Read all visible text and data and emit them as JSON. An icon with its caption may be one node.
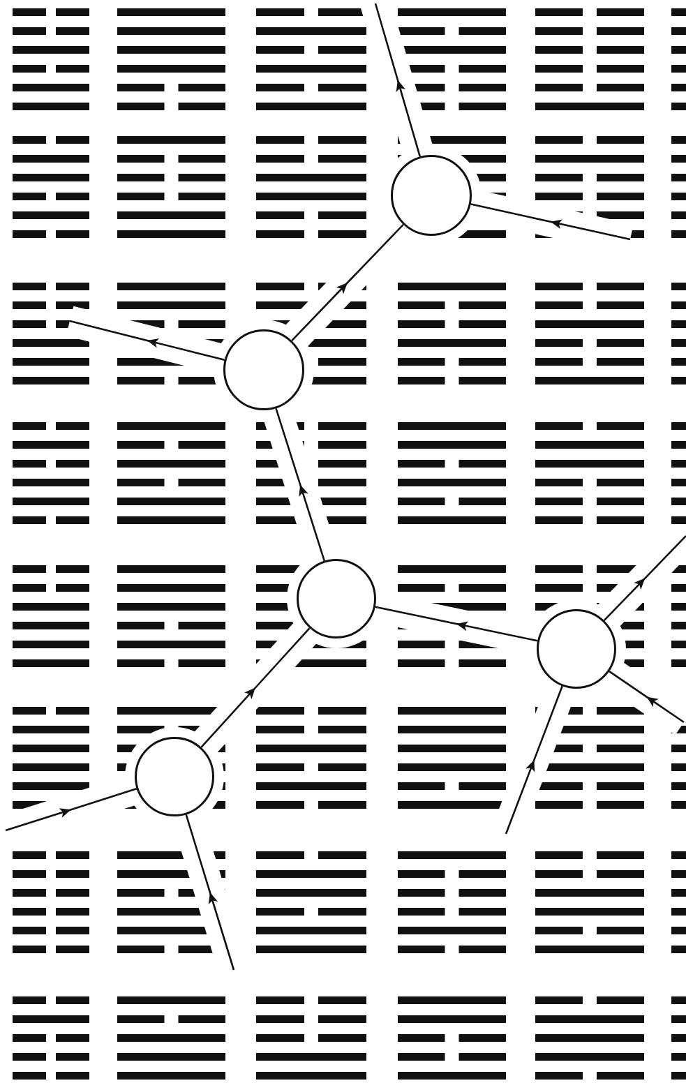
{
  "diagram": {
    "nodes": [
      {
        "text": [],
        "shape": "circle"
      },
      {
        "text": [],
        "shape": "circle"
      },
      {
        "text": [],
        "shape": "circle"
      },
      {
        "text": [],
        "shape": "circle"
      },
      {
        "text": [],
        "shape": "circle"
      }
    ],
    "edges": [
      {
        "from": 0,
        "to": null,
        "arrow": "to"
      },
      {
        "from": null,
        "to": 0,
        "arrow": "to"
      },
      {
        "from": 1,
        "to": 0,
        "arrow": "to"
      },
      {
        "from": 1,
        "to": null,
        "arrow": "to"
      },
      {
        "from": 2,
        "to": 1,
        "arrow": "to"
      },
      {
        "from": 3,
        "to": 2,
        "arrow": "to"
      },
      {
        "from": 3,
        "to": null,
        "arrow": "to"
      },
      {
        "from": null,
        "to": 3,
        "arrow": "to"
      },
      {
        "from": null,
        "to": 3,
        "arrow": "to"
      },
      {
        "from": 4,
        "to": 2,
        "arrow": "to"
      },
      {
        "from": null,
        "to": 4,
        "arrow": "to"
      },
      {
        "from": null,
        "to": 4,
        "arrow": "to"
      }
    ]
  }
}
